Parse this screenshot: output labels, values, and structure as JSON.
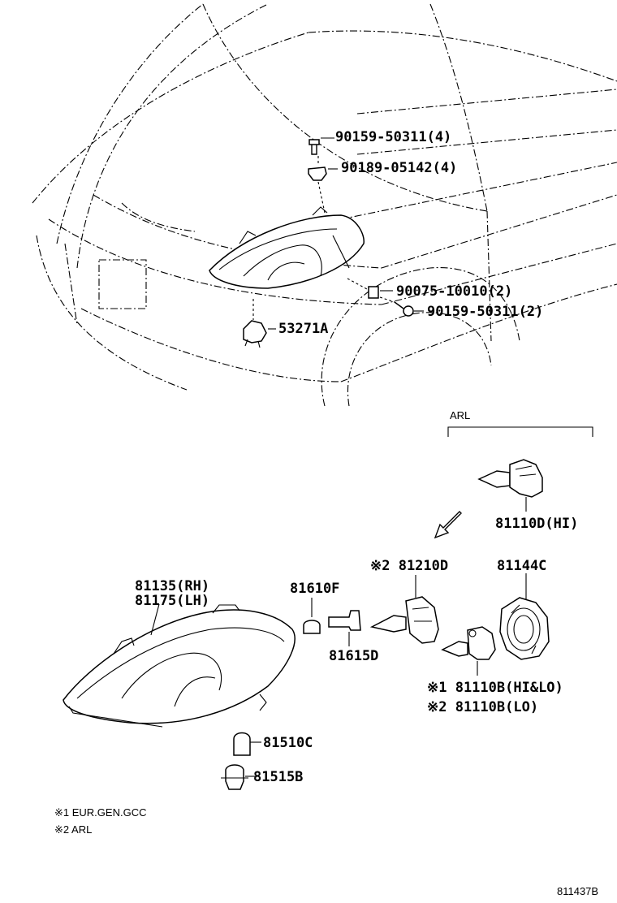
{
  "labels": {
    "p90159_top": "90159-50311(4)",
    "p90189": "90189-05142(4)",
    "p90075": "90075-10010(2)",
    "p90159_mid": "90159-50311(2)",
    "p53271a": "53271A",
    "arl": "ARL",
    "p81110d": "81110D(HI)",
    "p81210d": "※2 81210D",
    "p81144c": "81144C",
    "p81135": "81135(RH)",
    "p81175": "81175(LH)",
    "p81610f": "81610F",
    "p81615d": "81615D",
    "p81110b_1": "※1 81110B(HI&LO)",
    "p81110b_2": "※2 81110B(LO)",
    "p81510c": "81510C",
    "p81515b": "81515B"
  },
  "notes": {
    "note1": "※1 EUR.GEN.GCC",
    "note2": "※2 ARL"
  },
  "diagram_id": "811437B"
}
